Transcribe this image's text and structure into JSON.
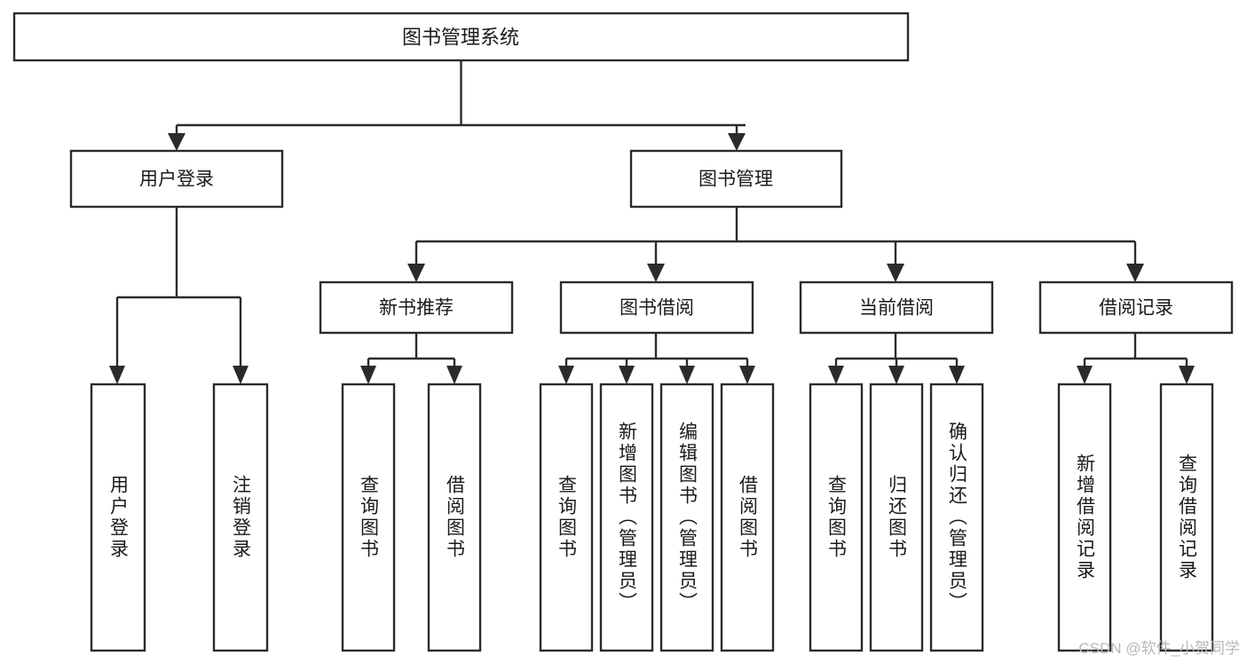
{
  "diagram": {
    "type": "tree",
    "title": "图书管理系统",
    "watermark": "CSDN @软件_小贺同学",
    "colors": {
      "stroke": "#2b2b2b",
      "box_fill": "#ffffff",
      "text": "#1a1a1a",
      "background": "#ffffff",
      "watermark": "#b8b8b8"
    },
    "nodes": {
      "root": {
        "label": "图书管理系统"
      },
      "level2": [
        {
          "id": "user-login",
          "label": "用户登录"
        },
        {
          "id": "book-management",
          "label": "图书管理"
        }
      ],
      "level3": [
        {
          "id": "new-book-recommend",
          "label": "新书推荐"
        },
        {
          "id": "book-borrow",
          "label": "图书借阅"
        },
        {
          "id": "current-borrow",
          "label": "当前借阅"
        },
        {
          "id": "borrow-record",
          "label": "借阅记录"
        }
      ],
      "leaves": {
        "user-login": [
          {
            "id": "user-login-leaf",
            "label": "用户登录"
          },
          {
            "id": "user-logout-leaf",
            "label": "注销登录"
          }
        ],
        "new-book-recommend": [
          {
            "id": "query-book-1",
            "label": "查询图书"
          },
          {
            "id": "borrow-book-1",
            "label": "借阅图书"
          }
        ],
        "book-borrow": [
          {
            "id": "query-book-2",
            "label": "查询图书"
          },
          {
            "id": "add-book",
            "label": "新增图书（管理员）"
          },
          {
            "id": "edit-book",
            "label": "编辑图书（管理员）"
          },
          {
            "id": "borrow-book-2",
            "label": "借阅图书"
          }
        ],
        "current-borrow": [
          {
            "id": "query-book-3",
            "label": "查询图书"
          },
          {
            "id": "return-book",
            "label": "归还图书"
          },
          {
            "id": "confirm-return",
            "label": "确认归还（管理员）"
          }
        ],
        "borrow-record": [
          {
            "id": "add-borrow-record",
            "label": "新增借阅记录"
          },
          {
            "id": "query-borrow-record",
            "label": "查询借阅记录"
          }
        ]
      }
    }
  }
}
